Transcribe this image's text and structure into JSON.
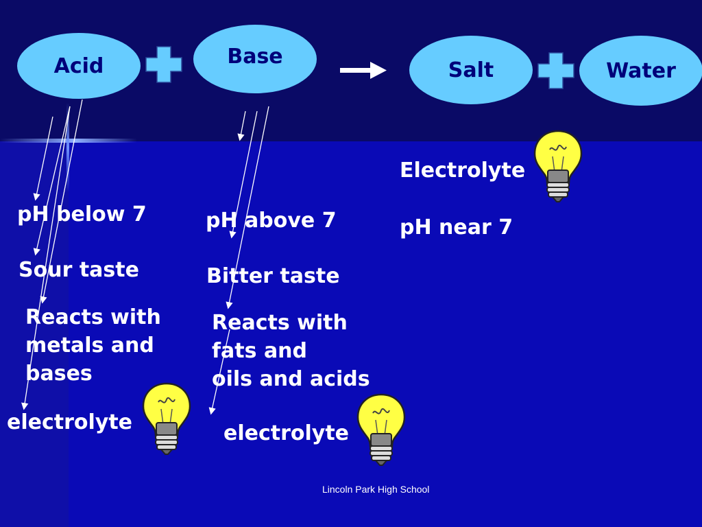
{
  "equation": {
    "acid": "Acid",
    "base": "Base",
    "salt": "Salt",
    "water": "Water"
  },
  "acid_properties": [
    "pH below 7",
    "Sour taste",
    "Reacts with\nmetals and\nbases",
    "electrolyte"
  ],
  "base_properties": [
    "pH above 7",
    "Bitter taste",
    "Reacts with\nfats and\noils and acids",
    "electrolyte"
  ],
  "salt_properties": [
    "Electrolyte",
    "pH near 7"
  ],
  "footer": "Lincoln Park High School",
  "icons": [
    "plus-icon",
    "arrow-right-icon",
    "light-bulb-icon"
  ],
  "colors": {
    "background": "#0a0a66",
    "oval": "#66ccff",
    "oval_text": "#00007a",
    "text": "#ffffff"
  }
}
